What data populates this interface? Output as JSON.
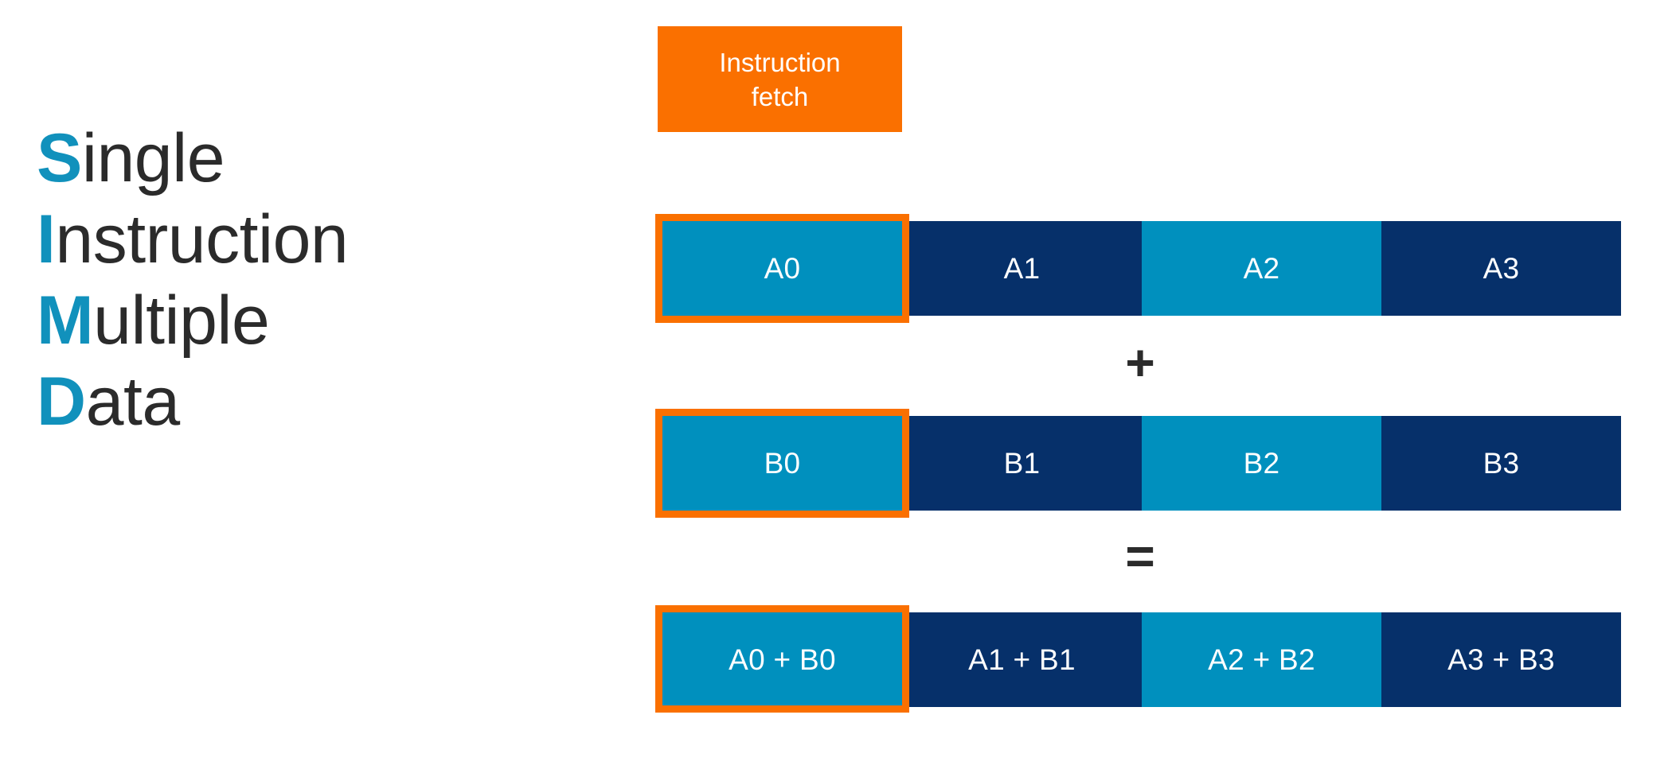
{
  "diagram": {
    "title_acronym": "SIMD",
    "acronym_lines": [
      {
        "initial": "S",
        "rest": "ingle"
      },
      {
        "initial": "I",
        "rest": "nstruction"
      },
      {
        "initial": "M",
        "rest": "ultiple"
      },
      {
        "initial": "D",
        "rest": "ata"
      }
    ],
    "fetch_box": {
      "line1": "Instruction",
      "line2": "fetch"
    },
    "operators": {
      "plus": "+",
      "equals": "="
    },
    "rows": [
      {
        "name": "operand-a",
        "cells": [
          {
            "label": "A0",
            "tone": "cyan",
            "highlighted": true
          },
          {
            "label": "A1",
            "tone": "navy",
            "highlighted": false
          },
          {
            "label": "A2",
            "tone": "cyan",
            "highlighted": false
          },
          {
            "label": "A3",
            "tone": "navy",
            "highlighted": false
          }
        ]
      },
      {
        "name": "operand-b",
        "cells": [
          {
            "label": "B0",
            "tone": "cyan",
            "highlighted": true
          },
          {
            "label": "B1",
            "tone": "navy",
            "highlighted": false
          },
          {
            "label": "B2",
            "tone": "cyan",
            "highlighted": false
          },
          {
            "label": "B3",
            "tone": "navy",
            "highlighted": false
          }
        ]
      },
      {
        "name": "result",
        "cells": [
          {
            "label": "A0 + B0",
            "tone": "cyan",
            "highlighted": true
          },
          {
            "label": "A1 + B1",
            "tone": "navy",
            "highlighted": false
          },
          {
            "label": "A2 + B2",
            "tone": "cyan",
            "highlighted": false
          },
          {
            "label": "A3 + B3",
            "tone": "navy",
            "highlighted": false
          }
        ]
      }
    ],
    "colors": {
      "accent_cyan": "#0090be",
      "accent_navy": "#06306a",
      "accent_orange": "#fa7000",
      "text_dark": "#2b2b2b",
      "initial_blue": "#1191bc",
      "background": "#ffffff"
    }
  }
}
